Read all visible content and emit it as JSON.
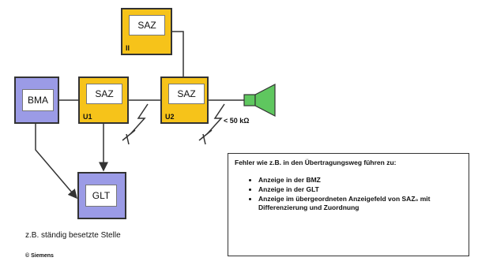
{
  "boxes": {
    "saz_ii": {
      "label": "SAZ",
      "tag": "II"
    },
    "saz_u1": {
      "label": "SAZ",
      "tag": "U1"
    },
    "saz_u2": {
      "label": "SAZ",
      "tag": "U2"
    },
    "bma": {
      "label": "BMA"
    },
    "glt": {
      "label": "GLT"
    }
  },
  "resistance_label": "< 50 kΩ",
  "caption": "z.B. ständig besetzte Stelle",
  "copyright": "© Siemens",
  "fault_box": {
    "title": "Fehler wie z.B. in den Übertragungsweg führen zu:",
    "items": [
      "Anzeige in der BMZ",
      "Anzeige in der GLT",
      "Anzeige im übergeordneten Anzeigefeld von SAZ₀ mit Differenzierung und Zuordnung"
    ]
  },
  "colors": {
    "saz_fill": "#f6c31a",
    "bma_glt_fill": "#9b9be6",
    "speaker_fill": "#5fc75f"
  }
}
